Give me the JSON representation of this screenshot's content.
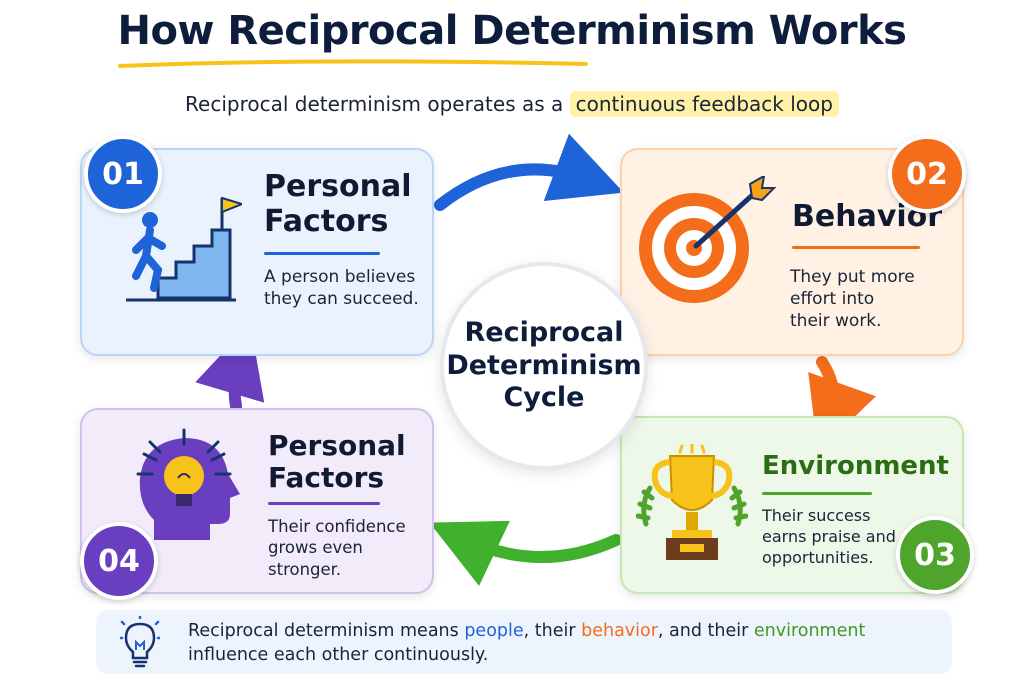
{
  "title": "How Reciprocal Determinism Works",
  "subtitle": {
    "prefix": "Reciprocal determinism operates as a ",
    "highlight": "continuous feedback loop"
  },
  "center": {
    "label": "Reciprocal\nDeterminism\nCycle"
  },
  "steps": [
    {
      "number": "01",
      "title": "Personal\nFactors",
      "description": "A person believes\nthey can succeed.",
      "icon": "person-climbing-stairs-icon",
      "color": "#1e63d8"
    },
    {
      "number": "02",
      "title": "Behavior",
      "description": "They put more\neffort into\ntheir work.",
      "icon": "target-arrow-icon",
      "color": "#f46d1a"
    },
    {
      "number": "03",
      "title": "Environment",
      "description": "Their success\nearns praise and\nopportunities.",
      "icon": "trophy-icon",
      "color": "#4fa52c"
    },
    {
      "number": "04",
      "title": "Personal\nFactors",
      "description": "Their confidence\ngrows even\nstronger.",
      "icon": "head-lightbulb-icon",
      "color": "#6a3fbf"
    }
  ],
  "footer": {
    "icon": "lightbulb-icon",
    "part1": "Reciprocal determinism means ",
    "people": "people",
    "part2": ", their ",
    "behavior": "behavior",
    "part3": ", and their ",
    "environment": "environment",
    "part4": "influence each other continuously."
  }
}
